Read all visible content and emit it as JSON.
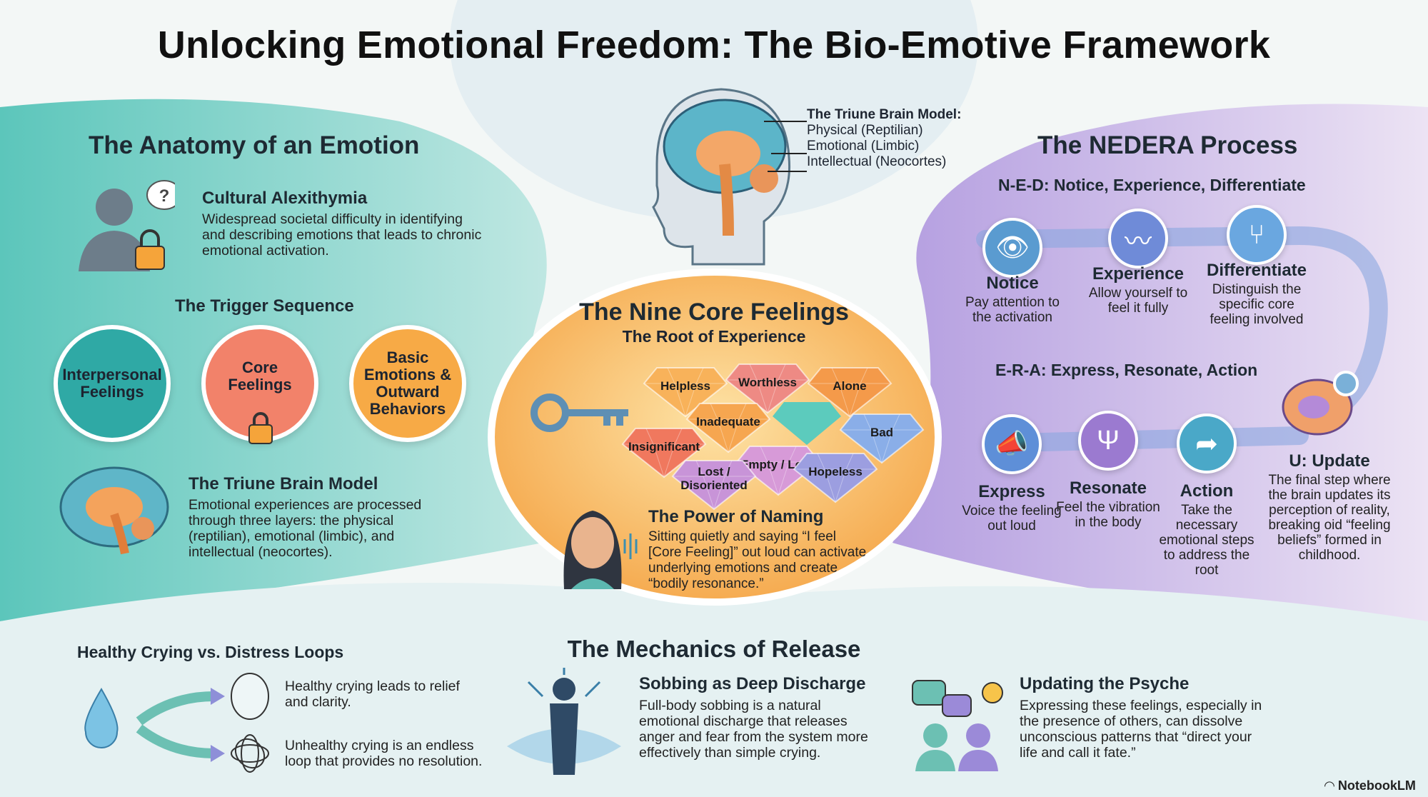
{
  "title": "Unlocking Emotional Freedom: The Bio-Emotive Framework",
  "colors": {
    "teal": "#3fb5ad",
    "purple": "#a58fd6",
    "orange": "#f6a84a",
    "coral": "#f07b5f",
    "blue": "#5c8fd8"
  },
  "anatomy": {
    "heading": "The Anatomy of an Emotion",
    "alexithymia": {
      "title": "Cultural Alexithymia",
      "body": "Widespread societal difficulty in identifying and describing emotions that leads to chronic emotional activation.",
      "icons": [
        "person-silhouette-icon",
        "question-bubble-icon",
        "lock-icon"
      ]
    },
    "trigger": {
      "heading": "The Trigger Sequence",
      "steps": [
        "Interpersonal Feelings",
        "Core Feelings",
        "Basic Emotions & Outward Behaviors"
      ]
    },
    "triune": {
      "title": "The Triune Brain Model",
      "body": "Emotional experiences are processed through three layers: the physical (reptilian), emotional (limbic), and intellectual (neocortes)."
    }
  },
  "brain_label": {
    "title": "The Triune Brain Model:",
    "layers": [
      "Physical (Reptilian)",
      "Emotional (Limbic)",
      "Intellectual (Neocortes)"
    ]
  },
  "core": {
    "title": "The Nine Core Feelings",
    "subtitle": "The Root of Experience",
    "feelings": [
      "Helpless",
      "Worthless",
      "Alone",
      "Inadequate",
      "Insignificant",
      "Bad",
      "Empty / Loss",
      "Lost / Disoriented",
      "Hopeless"
    ],
    "naming": {
      "title": "The Power of Naming",
      "body": "Sitting quietly and saying “I feel [Core Feeling]” out loud can activate underlying emotions and create “bodily resonance.”"
    }
  },
  "nedera": {
    "heading": "The NEDERA Process",
    "ned_heading": "N-E-D: Notice, Experience, Differentiate",
    "ned": [
      {
        "title": "Notice",
        "desc": "Pay attention to the activation",
        "icon": "eye-icon"
      },
      {
        "title": "Experience",
        "desc": "Allow yourself to feel it fully",
        "icon": "wave-icon"
      },
      {
        "title": "Differentiate",
        "desc": "Distinguish the specific core feeling involved",
        "icon": "fork-arrow-icon"
      }
    ],
    "era_heading": "E-R-A: Express, Resonate, Action",
    "era": [
      {
        "title": "Express",
        "desc": "Voice the feeling out loud",
        "icon": "megaphone-icon"
      },
      {
        "title": "Resonate",
        "desc": "Feel the vibration in the body",
        "icon": "tuning-fork-icon"
      },
      {
        "title": "Action",
        "desc": "Take the necessary emotional steps to address the root",
        "icon": "arrow-icon"
      }
    ],
    "update": {
      "title": "U: Update",
      "desc": "The final step where the brain updates its perception of reality, breaking oid “feeling beliefs” formed in childhood.",
      "icon": "brain-gear-icon"
    }
  },
  "release": {
    "heading": "The Mechanics of Release",
    "crying": {
      "title": "Healthy Crying vs. Distress Loops",
      "healthy": "Healthy crying leads to relief and clarity.",
      "unhealthy": "Unhealthy crying is an endless loop that provides no resolution."
    },
    "sobbing": {
      "title": "Sobbing as Deep Discharge",
      "body": "Full-body sobbing is a natural emotional discharge that releases anger and fear from the system more effectively than simple crying."
    },
    "psyche": {
      "title": "Updating the Psyche",
      "body": "Expressing these feelings, especially in the presence of others, can dissolve unconscious patterns that “direct your life and call it fate.”"
    }
  },
  "brand": "NotebookLM"
}
